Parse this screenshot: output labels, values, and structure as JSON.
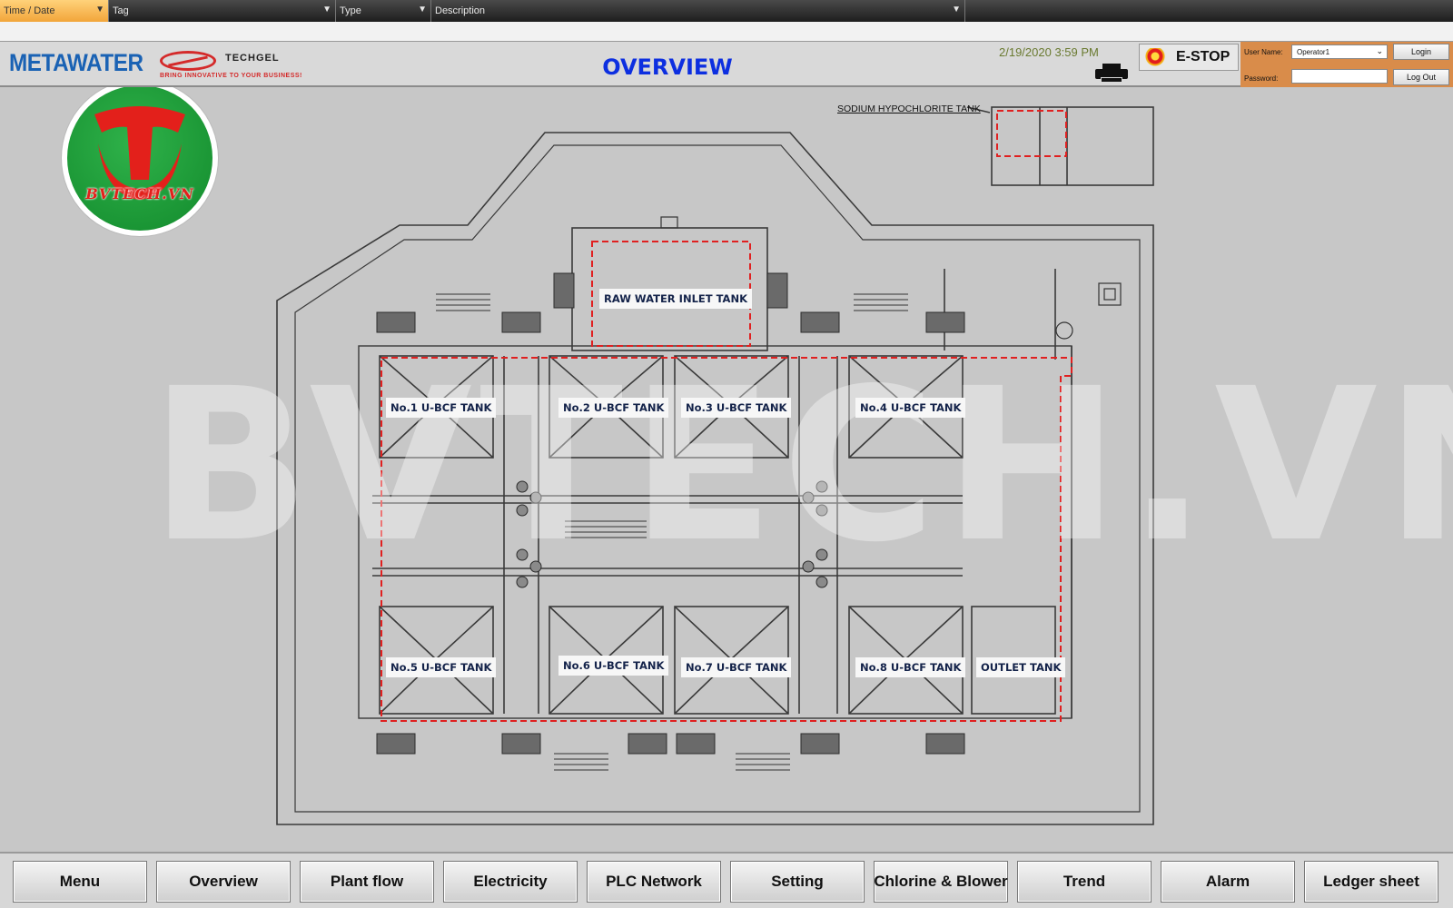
{
  "alarm_grid": {
    "columns": [
      {
        "label": "Time / Date",
        "filter_icon": "funnel-icon"
      },
      {
        "label": "Tag",
        "filter_icon": "funnel-icon"
      },
      {
        "label": "Type",
        "filter_icon": "funnel-icon"
      },
      {
        "label": "Description",
        "filter_icon": "funnel-icon"
      }
    ],
    "active_color": "#f2a53a"
  },
  "header": {
    "brand_primary": "METAWATER",
    "brand_secondary": "TECHGEL",
    "brand_slogan": "BRING INNOVATIVE TO YOUR BUSINESS!",
    "title": "OVERVIEW",
    "title_color": "#0d2fe0",
    "datetime": "2/19/2020 3:59 PM",
    "print_icon": "printer-icon",
    "estop_label": "E-STOP",
    "estop_icon": "emergency-button-icon"
  },
  "login": {
    "user_label": "User Name:",
    "user_value": "Operator1",
    "password_label": "Password:",
    "password_value": "",
    "login_button": "Login",
    "logout_button": "Log Out",
    "panel_color": "#d98c4a"
  },
  "watermark": {
    "logo_text": "BVTECH.VN",
    "overlay_text": "BVTECH.VN"
  },
  "plan": {
    "tanks": [
      "RAW WATER INLET TANK",
      "No.1 U-BCF TANK",
      "No.2 U-BCF TANK",
      "No.3 U-BCF TANK",
      "No.4 U-BCF TANK",
      "No.5 U-BCF TANK",
      "No.6 U-BCF TANK",
      "No.7 U-BCF TANK",
      "No.8 U-BCF TANK",
      "OUTLET TANK"
    ],
    "sodium_tank_label": "SODIUM HYPOCHLORITE TANK",
    "highlight_color": "#e02020"
  },
  "nav": {
    "buttons": [
      "Menu",
      "Overview",
      "Plant flow",
      "Electricity",
      "PLC Network",
      "Setting",
      "Chlorine & Blower",
      "Trend",
      "Alarm",
      "Ledger sheet"
    ]
  }
}
